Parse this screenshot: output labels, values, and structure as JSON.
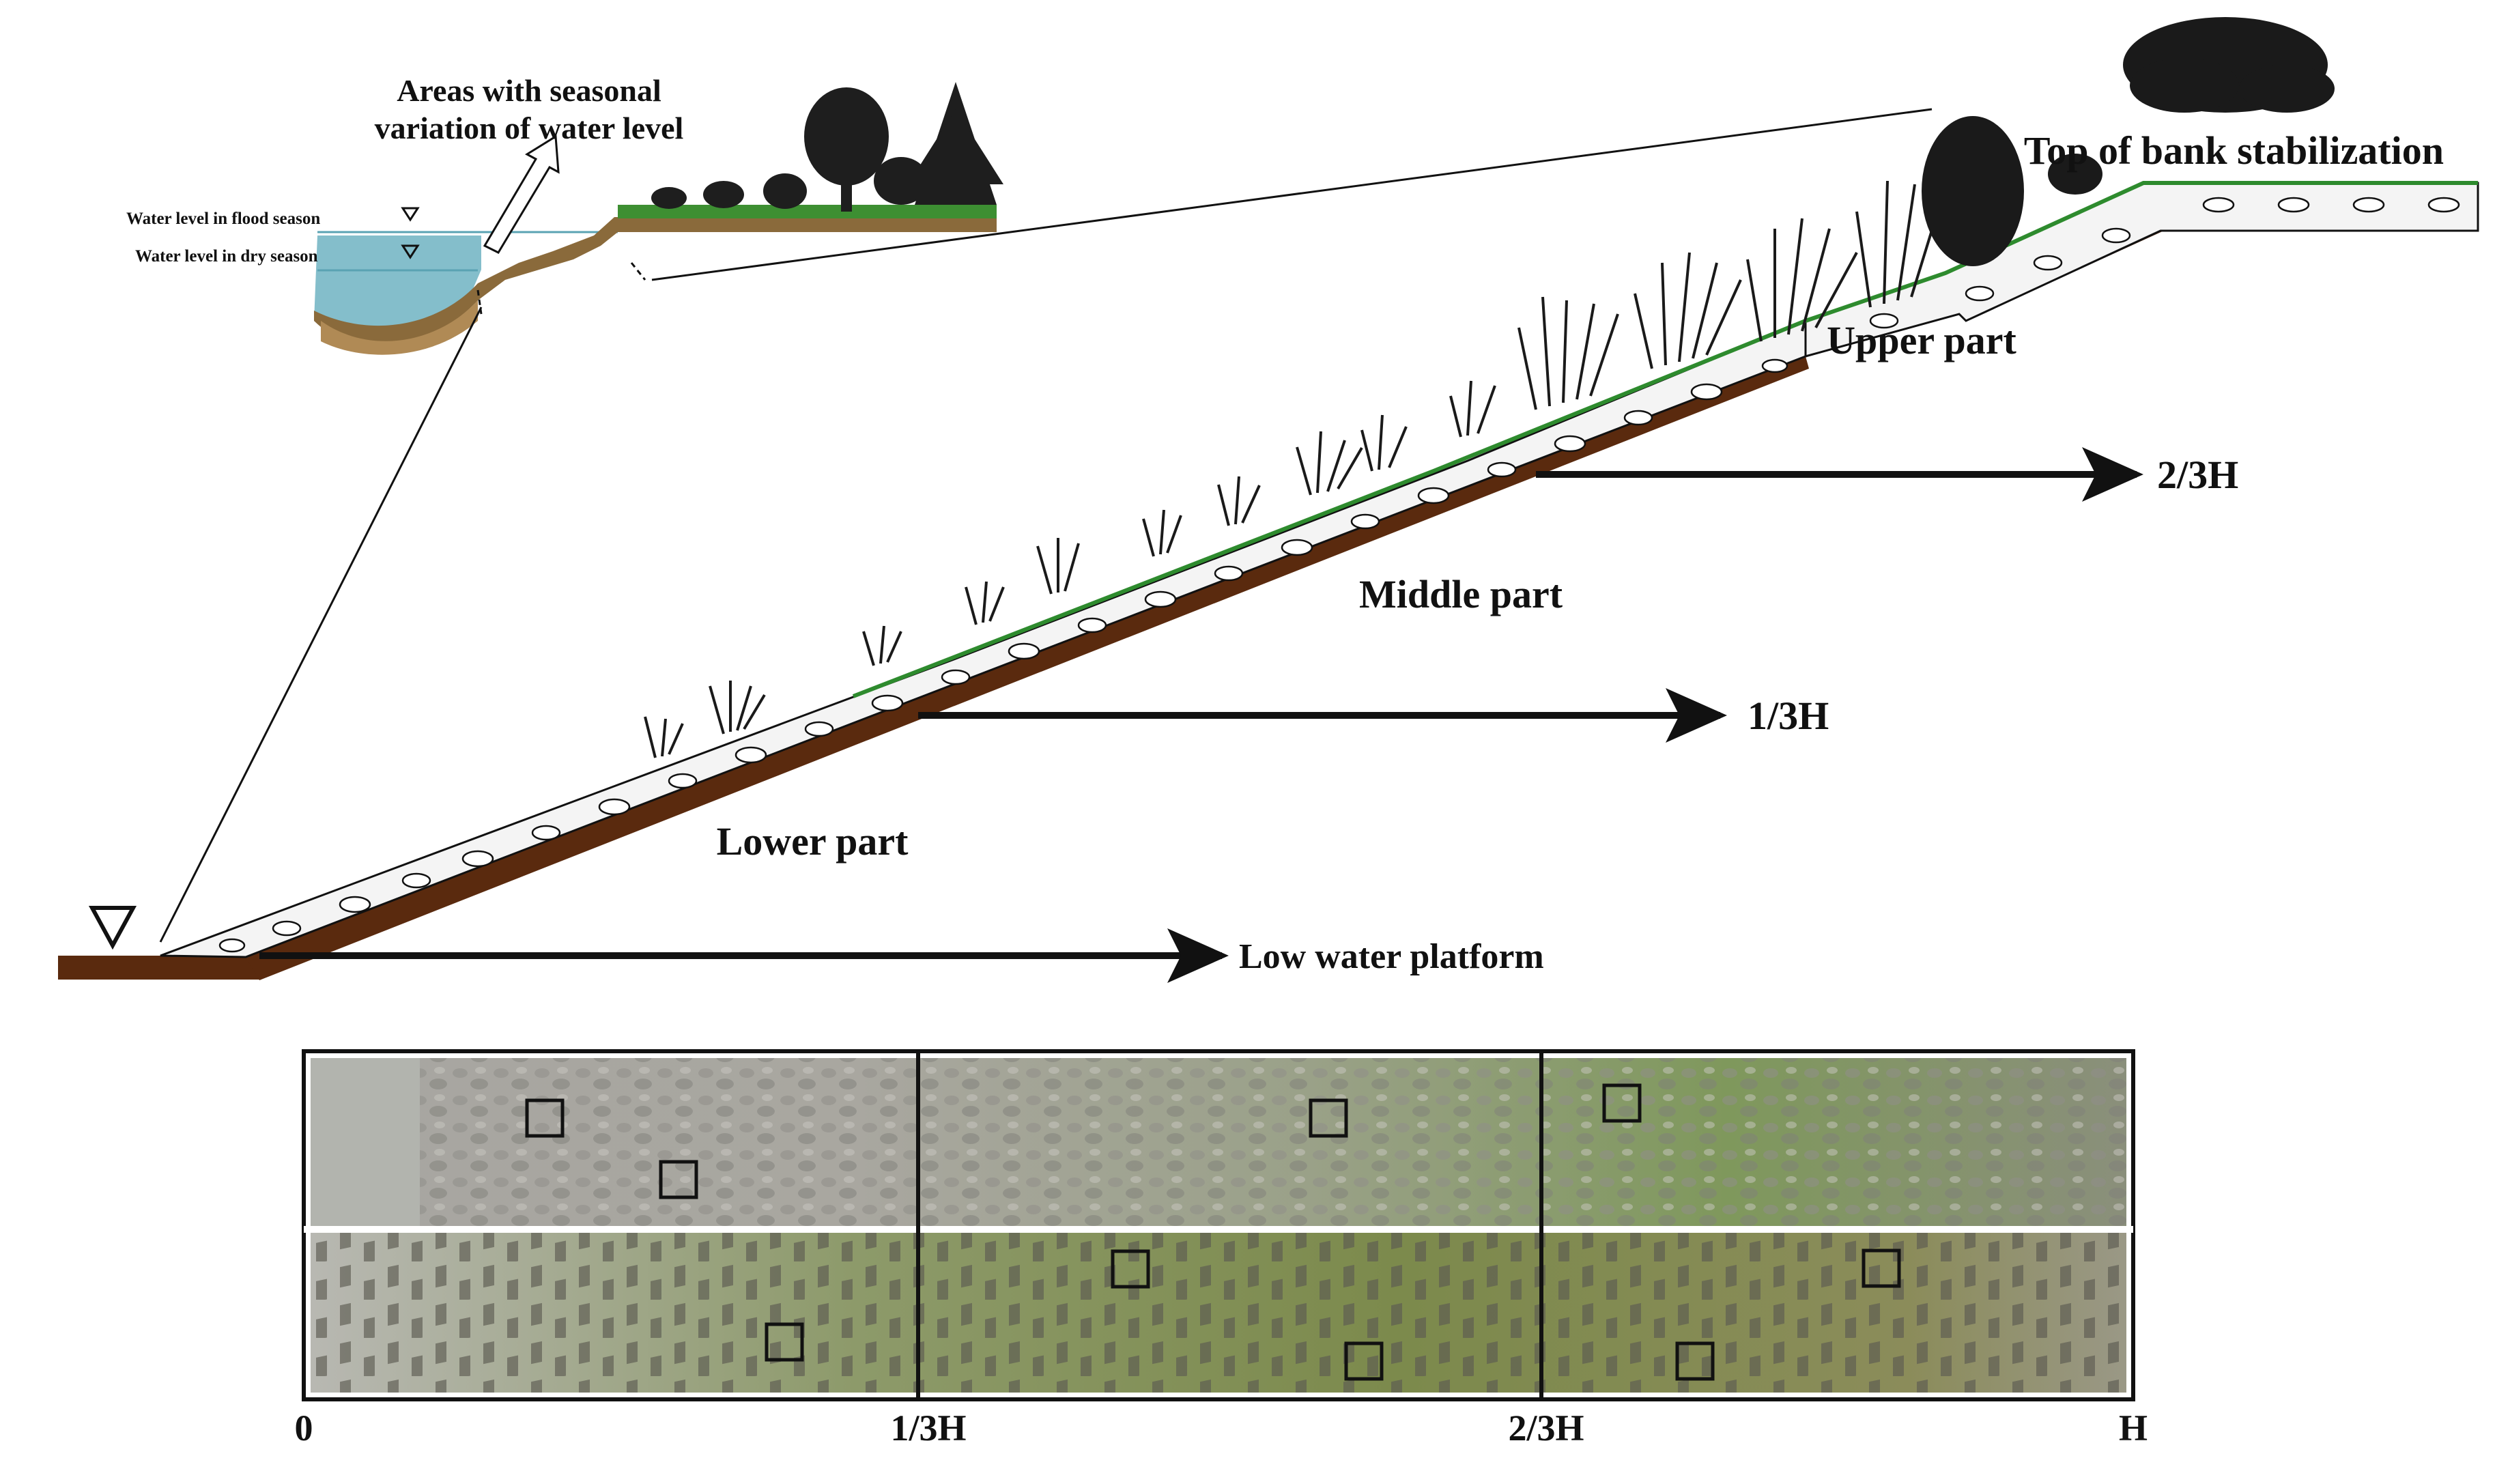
{
  "inset": {
    "title_line1": "Areas with  seasonal",
    "title_line2": "variation of water level",
    "flood_label": "Water level in flood season",
    "dry_label": "Water level in dry season"
  },
  "labels": {
    "top_of_bank": "Top of bank stabilization",
    "upper_part": "Upper part",
    "middle_part": "Middle part",
    "lower_part": "Lower part",
    "low_water_platform": "Low water platform",
    "two_thirds_h": "2/3H",
    "one_third_h": "1/3H"
  },
  "axis": {
    "ticks": [
      "0",
      "1/3H",
      "2/3H",
      "H"
    ]
  },
  "photo_strip": {
    "rows": [
      "stone-revetment",
      "hollow-brick-revetment"
    ],
    "row1_colors": [
      "#a7a6a1",
      "#a9a7a0",
      "#9aa188",
      "#7f985c",
      "#8a8f7b"
    ],
    "row2_colors": [
      "#b8b8b2",
      "#8d9a6a",
      "#7c8a4c",
      "#8b8c5a",
      "#9a9886"
    ]
  },
  "colors": {
    "soil": "#5a2a0e",
    "water": "#6fb3c2",
    "grass": "#2e8b2e",
    "arrow": "#111111"
  }
}
